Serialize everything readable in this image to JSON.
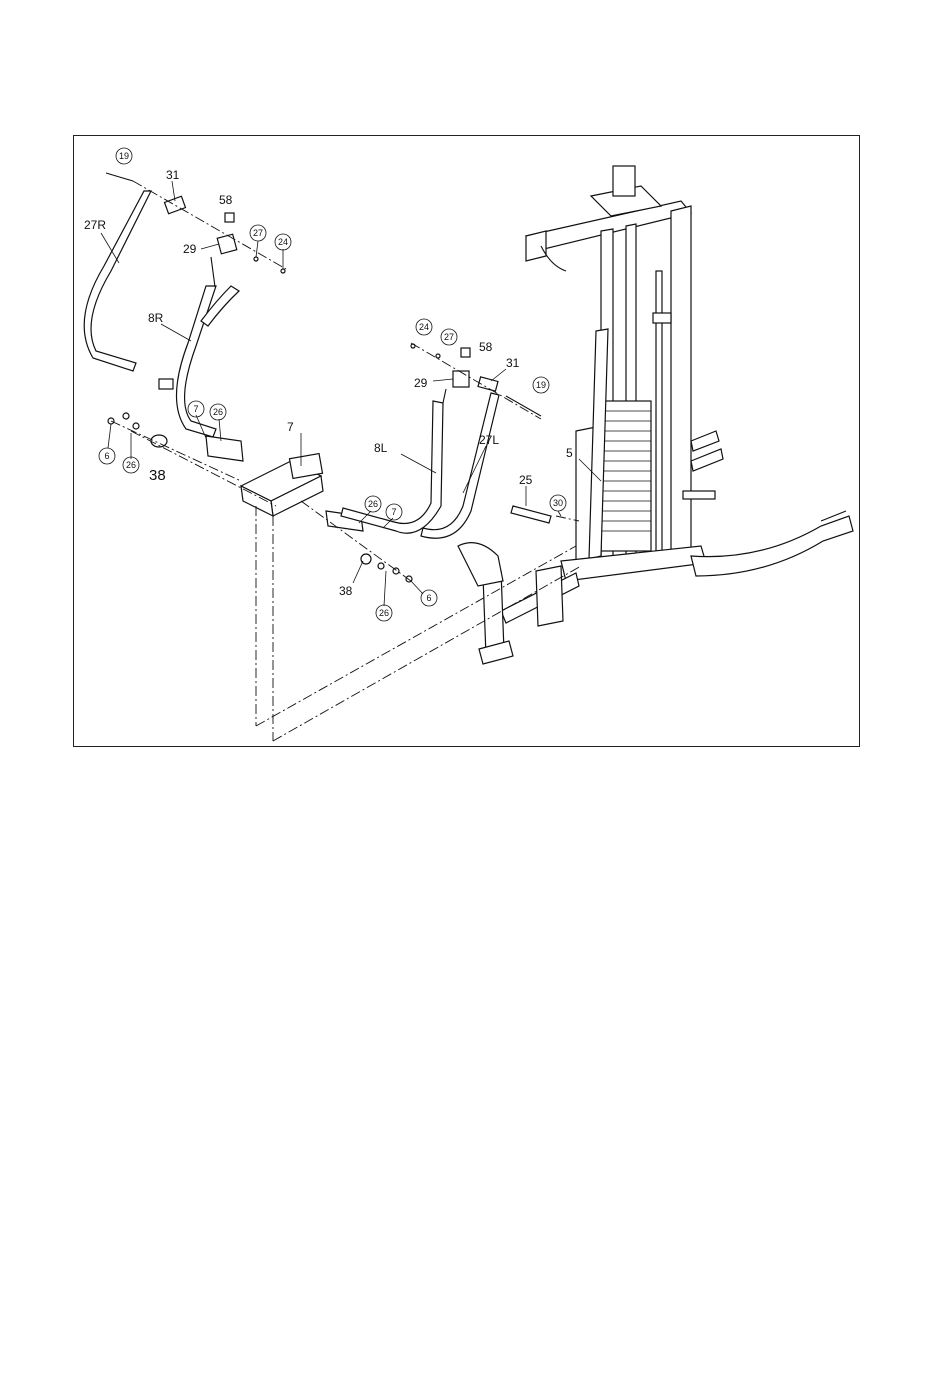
{
  "diagram": {
    "labels": {
      "p19a": "19",
      "p31a": "31",
      "p58a": "58",
      "p27Ra": "27R",
      "p29a": "29",
      "p27a": "27",
      "p24a": "24",
      "p8R": "8R",
      "p7a": "7",
      "p26a": "26",
      "p7b": "7",
      "p6a": "6",
      "p26b": "26",
      "p38a": "38",
      "p24b": "24",
      "p27b": "27",
      "p58b": "58",
      "p29b": "29",
      "p31b": "31",
      "p19b": "19",
      "p8L": "8L",
      "p27L": "27L",
      "p5": "5",
      "p25": "25",
      "p30": "30",
      "p26c": "26",
      "p7c": "7",
      "p38b": "38",
      "p26d": "26",
      "p6b": "6"
    }
  }
}
